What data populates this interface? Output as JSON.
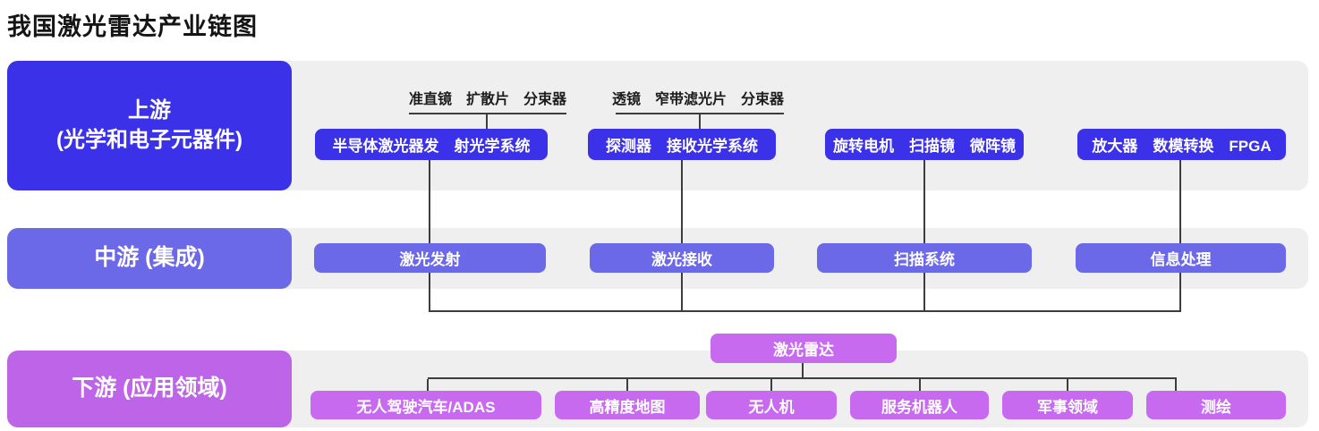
{
  "title": "我国激光雷达产业链图",
  "colors": {
    "deep_blue": "#3a31e8",
    "slate_blue": "#6c69e8",
    "magenta": "#bd64e8",
    "magenta_bright": "#c76af0",
    "band_gray": "#efefef",
    "line": "#3d3d3d"
  },
  "stages": {
    "upstream_label_line1": "上游",
    "upstream_label_line2": "(光学和电子元器件)",
    "midstream_label": "中游 (集成)",
    "downstream_label": "下游 (应用领域)"
  },
  "upstream": {
    "component_labels": [
      "准直镜　扩散片　分束器",
      "透镜　窄带滤光片　分束器"
    ],
    "boxes": [
      "半导体激光器发　射光学系统",
      "探测器　接收光学系统",
      "旋转电机　扫描镜　微阵镜",
      "放大器　数模转换　FPGA"
    ]
  },
  "midstream": {
    "boxes": [
      "激光发射",
      "激光接收",
      "扫描系统",
      "信息处理"
    ]
  },
  "product": "激光雷达",
  "downstream": {
    "boxes": [
      "无人驾驶汽车/ADAS",
      "高精度地图",
      "无人机",
      "服务机器人",
      "军事领域",
      "测绘"
    ]
  }
}
